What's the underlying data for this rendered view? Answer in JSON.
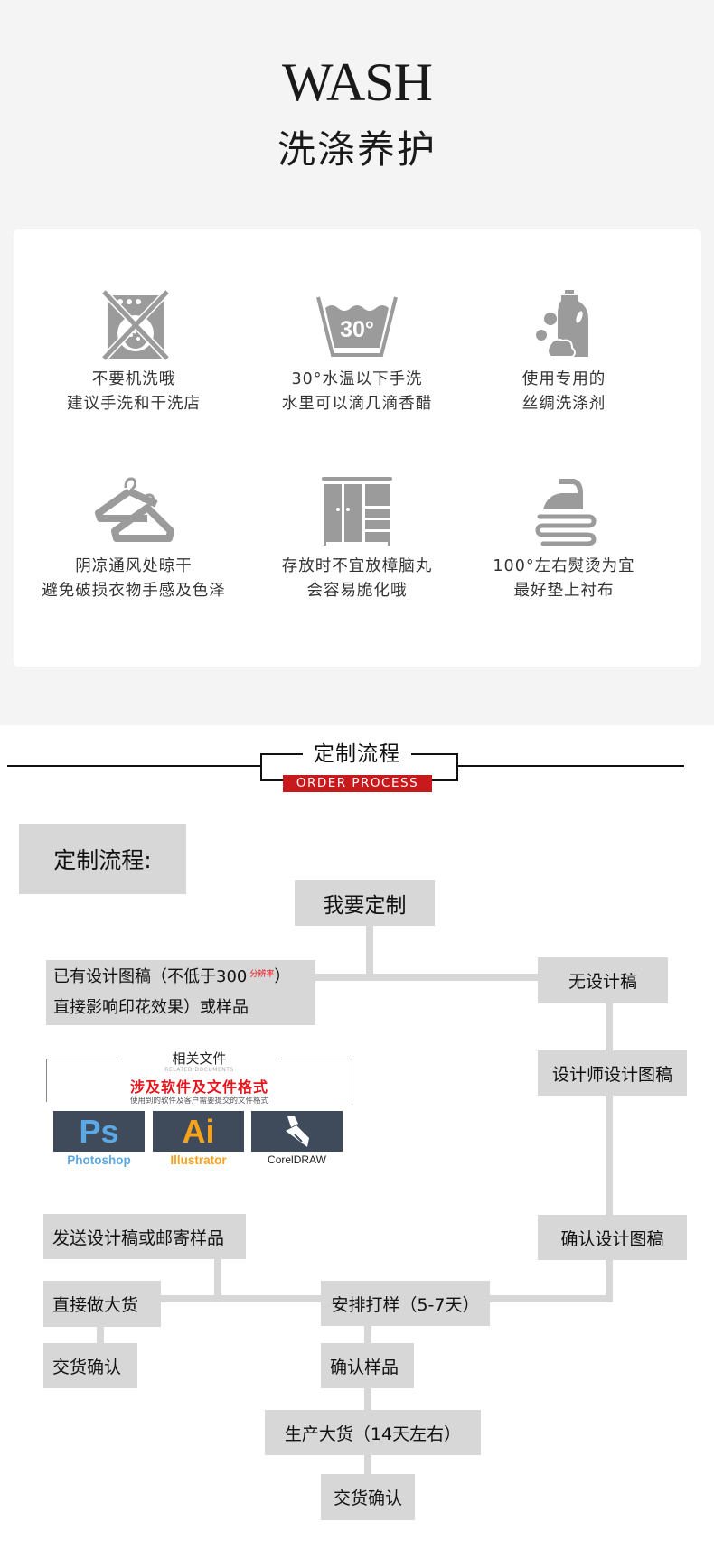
{
  "wash": {
    "title": "WASH",
    "subtitle": "洗涤养护",
    "items": [
      {
        "icon": "no-machine-wash-icon",
        "line1": "不要机洗哦",
        "line2": "建议手洗和干洗店"
      },
      {
        "icon": "hand-wash-30-icon",
        "line1": "30°水温以下手洗",
        "line2": "水里可以滴几滴香醋"
      },
      {
        "icon": "detergent-bottle-icon",
        "line1": "使用专用的",
        "line2": "丝绸洗涤剂"
      },
      {
        "icon": "hanger-icon",
        "line1": "阴凉通风处晾干",
        "line2": "避免破损衣物手感及色泽"
      },
      {
        "icon": "wardrobe-icon",
        "line1": "存放时不宜放樟脑丸",
        "line2": "会容易脆化哦"
      },
      {
        "icon": "iron-icon",
        "line1": "100°左右熨烫为宜",
        "line2": "最好垫上衬布"
      }
    ],
    "hand_wash_temp": "30°"
  },
  "order": {
    "title_cn": "定制流程",
    "title_en": "ORDER PROCESS",
    "accent_color": "#c8191d"
  },
  "flow": {
    "heading": "定制流程:",
    "start": "我要定制",
    "has_design_line1": "已有设计图稿（不低于300",
    "has_design_sup": "分辨率",
    "has_design_line1_end": "）",
    "has_design_line2": "直接影响印花效果）或样品",
    "no_design": "无设计稿",
    "designer": "设计师设计图稿",
    "confirm_design": "确认设计图稿",
    "send_design": "发送设计稿或邮寄样品",
    "direct_bulk": "直接做大货",
    "delivery_left": "交货确认",
    "arrange_sample": "安排打样（5-7天）",
    "confirm_sample": "确认样品",
    "produce_bulk": "生产大货（14天左右）",
    "delivery_center": "交货确认"
  },
  "software": {
    "title": "相关文件",
    "title_en": "RELATED DOCUMENTS",
    "headline": "涉及软件及文件格式",
    "description": "使用到的软件及客户需要提交的文件格式",
    "apps": [
      {
        "abbr": "Ps",
        "name": "Photoshop",
        "color": "#5aa9e6"
      },
      {
        "abbr": "Ai",
        "name": "Illustrator",
        "color": "#f7a21b"
      },
      {
        "abbr": "",
        "name": "CorelDRAW",
        "color": "#222222"
      }
    ]
  }
}
